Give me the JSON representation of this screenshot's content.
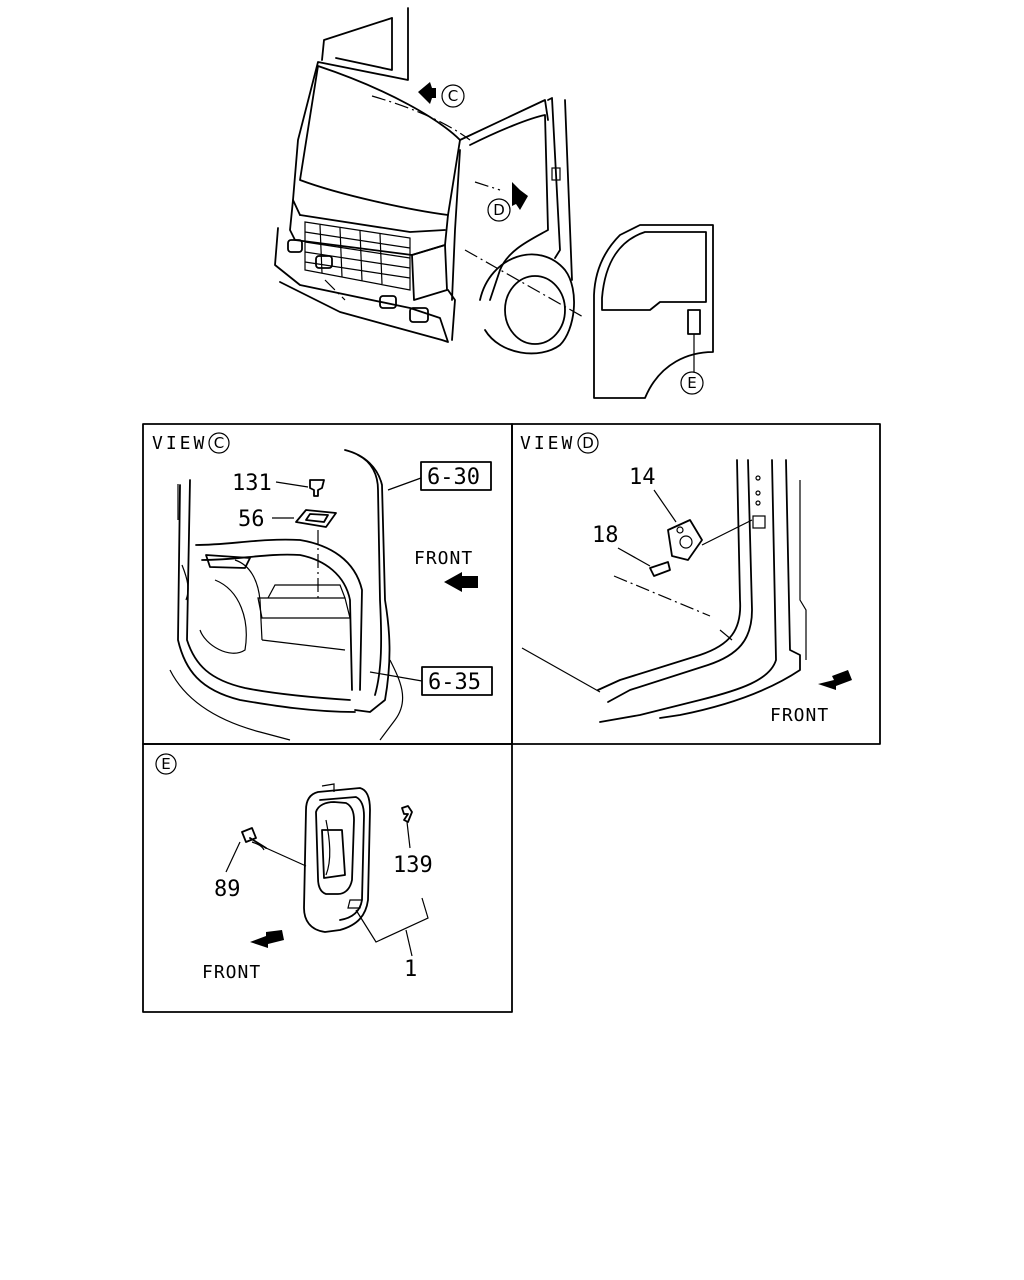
{
  "overview": {
    "view_markers": [
      "C",
      "D",
      "E"
    ]
  },
  "panels": {
    "view_c": {
      "title": "VIEW",
      "marker": "C",
      "parts": [
        "131",
        "56"
      ],
      "refs": [
        "6-30",
        "6-35"
      ],
      "front_label": "FRONT"
    },
    "view_d": {
      "title": "VIEW",
      "marker": "D",
      "parts": [
        "14",
        "18"
      ],
      "front_label": "FRONT"
    },
    "view_e": {
      "marker": "E",
      "parts": [
        "89",
        "139",
        "1"
      ],
      "front_label": "FRONT"
    }
  }
}
